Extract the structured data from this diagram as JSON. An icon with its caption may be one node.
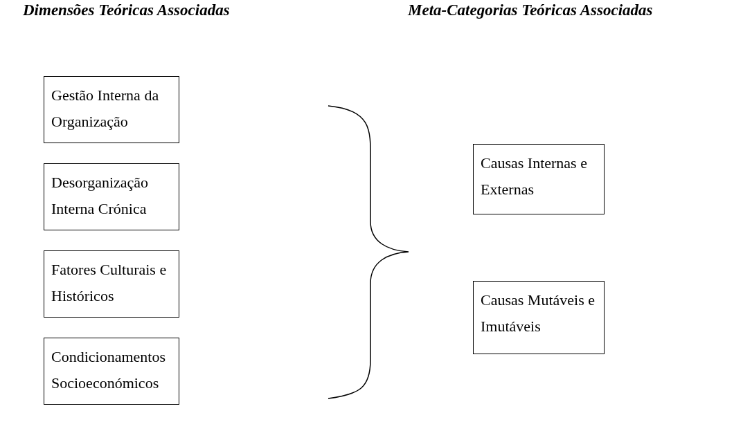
{
  "diagram": {
    "nodes": [
      {
        "text": [
          "Gestão Interna da Organização"
        ]
      },
      {
        "text": [
          "Desorganização Interna Crónica"
        ]
      },
      {
        "text": [
          "Fatores Culturais e Históricos"
        ]
      },
      {
        "text": [
          "Condicionamentos Socioeconómicos"
        ]
      },
      {
        "text": [
          "Causas Internas e Externas"
        ]
      },
      {
        "text": [
          "Causas Mutáveis e Imutáveis"
        ]
      }
    ],
    "labels": [
      "Dimensões Teóricas Associadas",
      "Meta-Categorias Teóricas Associadas"
    ]
  }
}
